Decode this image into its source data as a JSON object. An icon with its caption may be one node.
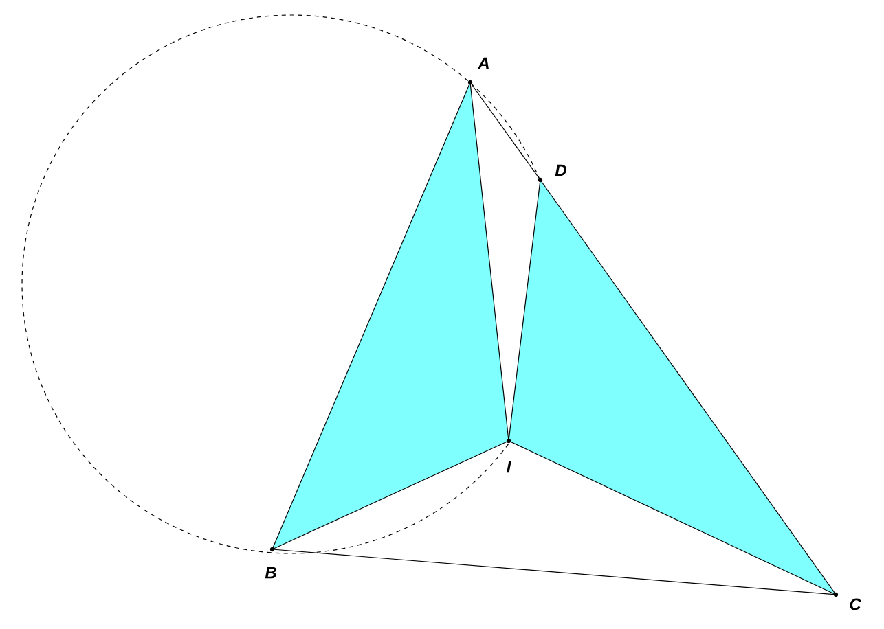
{
  "diagram": {
    "nodes": [
      {
        "text": [
          "A"
        ]
      },
      {
        "text": [
          "D"
        ]
      },
      {
        "text": [
          "I"
        ]
      },
      {
        "text": [
          "B"
        ]
      },
      {
        "text": [
          "C"
        ]
      }
    ],
    "edges": [
      {
        "from": 0,
        "to": 3,
        "arrow": "none"
      },
      {
        "from": 0,
        "to": 2,
        "arrow": "none"
      },
      {
        "from": 3,
        "to": 2,
        "arrow": "none"
      },
      {
        "from": 0,
        "to": 1,
        "arrow": "none"
      },
      {
        "from": 1,
        "to": 4,
        "arrow": "none"
      },
      {
        "from": 1,
        "to": 2,
        "arrow": "none"
      },
      {
        "from": 2,
        "to": 4,
        "arrow": "none"
      },
      {
        "from": 3,
        "to": 4,
        "arrow": "none"
      }
    ]
  }
}
